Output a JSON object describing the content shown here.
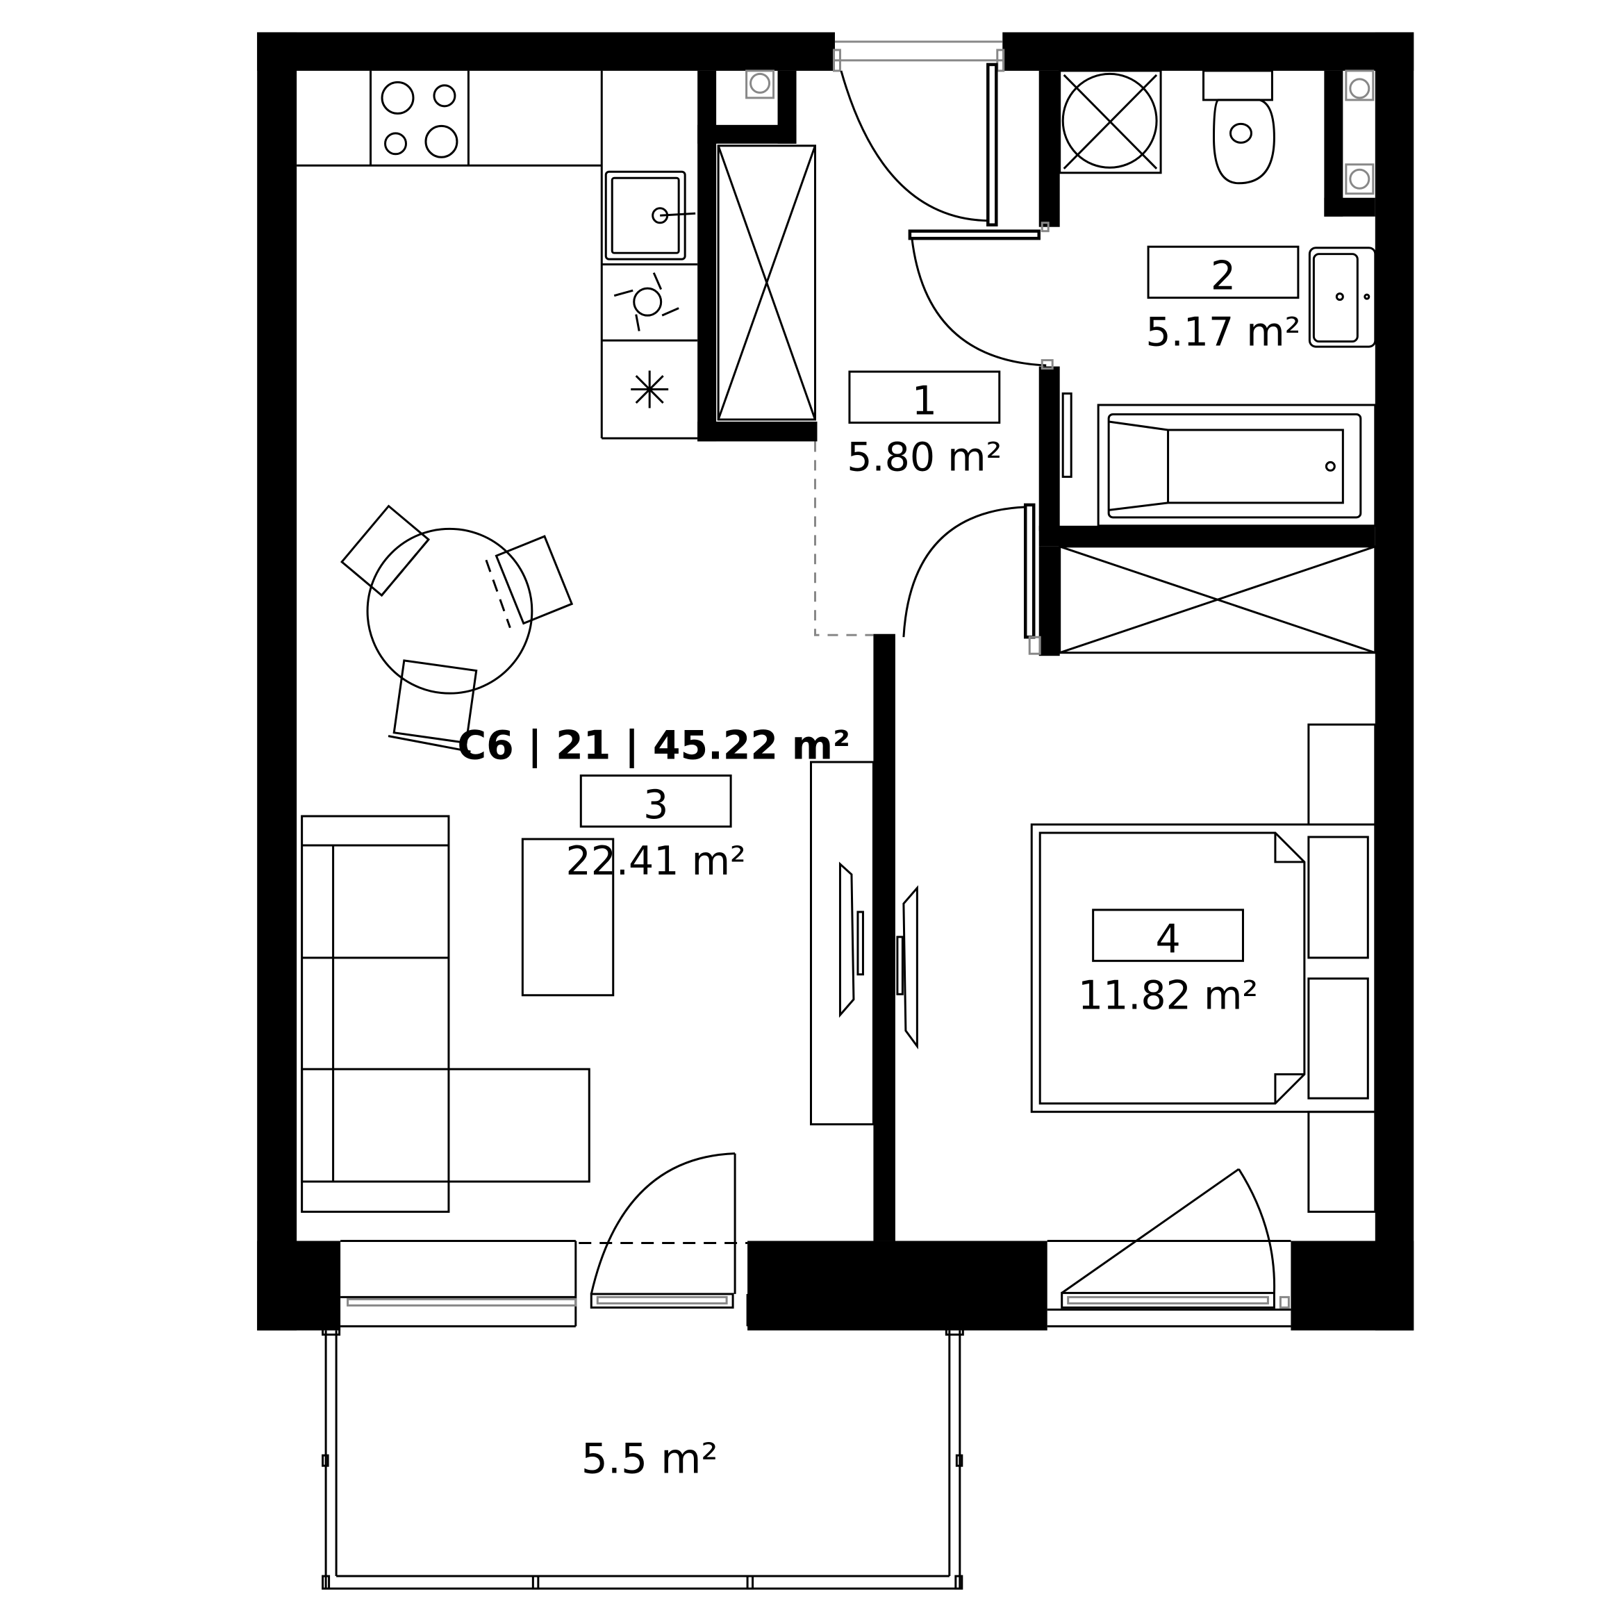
{
  "apartment": {
    "summary": "C6 | 21 | 45.22 m²"
  },
  "rooms": [
    {
      "number": "1",
      "area": "5.80 m²"
    },
    {
      "number": "2",
      "area": "5.17 m²"
    },
    {
      "number": "3",
      "area": "22.41 m²"
    },
    {
      "number": "4",
      "area": "11.82 m²"
    }
  ],
  "balcony": {
    "area": "5.5 m²"
  },
  "colors": {
    "wall": "#000000",
    "line": "#000000",
    "hidden": "#888888",
    "background": "#ffffff"
  }
}
